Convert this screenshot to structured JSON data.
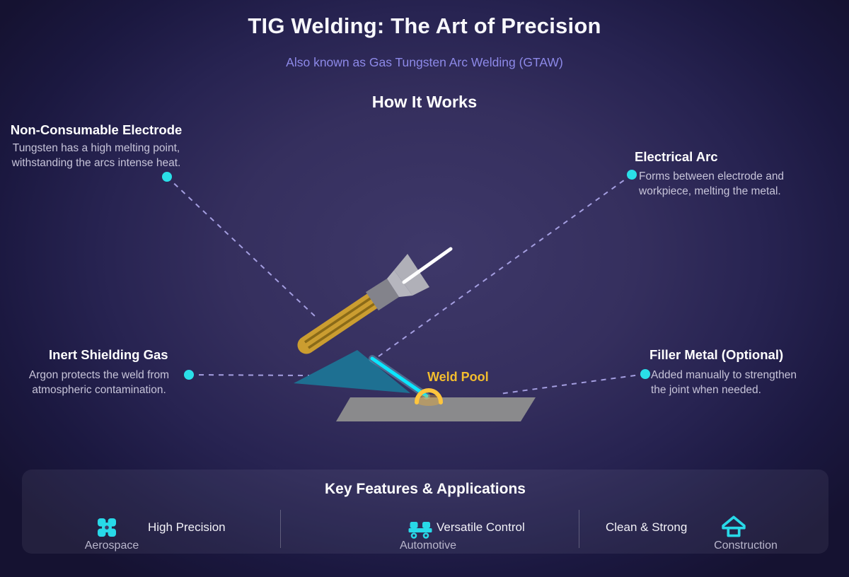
{
  "page": {
    "title": "TIG Welding: The Art of Precision",
    "subtitle": "Also known as Gas Tungsten Arc Welding (GTAW)",
    "section_heading": "How It Works"
  },
  "callouts": [
    {
      "title": "Non-Consumable Electrode",
      "description": "Tungsten has a high melting point,\nwithstanding the arcs intense heat."
    },
    {
      "title": "Electrical Arc",
      "description": "Forms between electrode and\nworkpiece, melting the metal."
    },
    {
      "title": "Inert Shielding Gas",
      "description": "Argon protects the weld from\natmospheric contamination."
    },
    {
      "title": "Filler Metal (Optional)",
      "description": "Added manually to strengthen\nthe joint when needed."
    }
  ],
  "diagram": {
    "weld_pool_label": "Weld Pool"
  },
  "features_panel": {
    "heading": "Key Features & Applications",
    "features": [
      {
        "icon": "turbine-icon",
        "title": "High Precision",
        "application": "Aerospace"
      },
      {
        "icon": "car-icon",
        "title": "Versatile Control",
        "application": "Automotive"
      },
      {
        "icon": "house-icon",
        "title": "Clean & Strong",
        "application": "Construction"
      }
    ]
  },
  "colors": {
    "accent_cyan": "#2adfe8",
    "arc_cyan": "#0ae6ff",
    "weld_gold": "#ffc53d",
    "weld_label_gold": "#f3bd2e",
    "subtitle_purple": "#8d89e8",
    "dashed_line_lavender": "#a49ee0",
    "shielding_gas_teal": "#1d7394",
    "workpiece_gray": "#8a8a8c",
    "torch_handle_gold": "#cb9d30"
  }
}
